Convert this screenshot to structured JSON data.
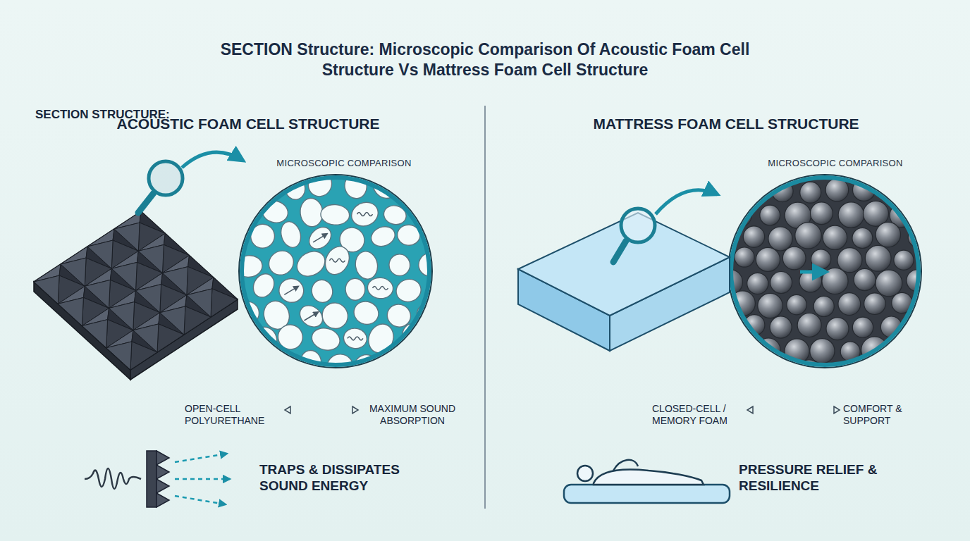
{
  "diagram": {
    "title": "SECTION Structure: Microscopic Comparison Of Acoustic Foam Cell Structure Vs Mattress Foam Cell Structure",
    "nodes": [
      {
        "text": [
          "MICROSCOPIC COMPARISON"
        ]
      },
      {
        "text": [
          "MICROSCOPIC COMPARISON"
        ]
      }
    ],
    "labels": [
      "SECTION STRUCTURE:",
      "ACOUSTIC FOAM CELL STRUCTURE",
      "MATTRESS FOAM CELL STRUCTURE",
      "OPEN-CELL POLYURETHANE",
      "MAXIMUM SOUND ABSORPTION",
      "TRAPS & DISSIPATES SOUND ENERGY",
      "CLOSED-CELL / MEMORY FOAM",
      "COMFORT & SUPPORT",
      "PRESSURE RELIEF & RESILIENCE"
    ]
  }
}
